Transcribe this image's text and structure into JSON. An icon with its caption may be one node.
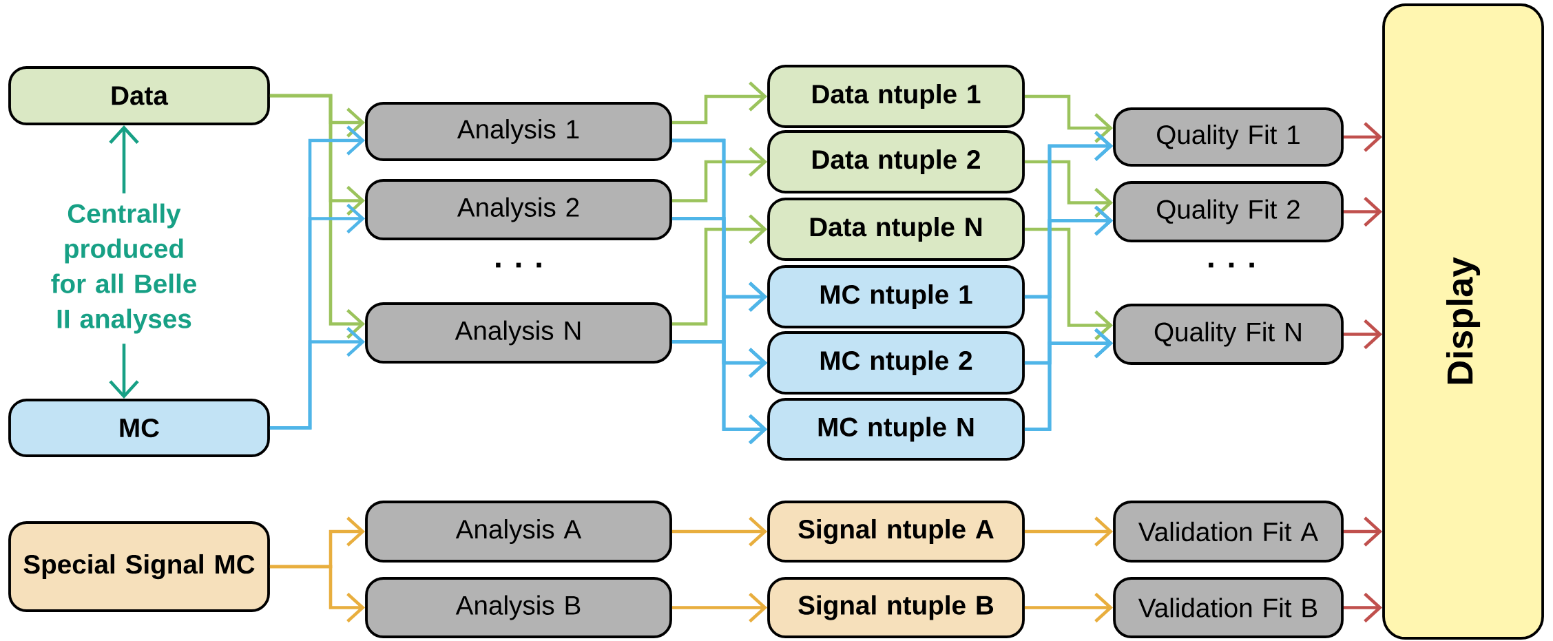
{
  "diagram": {
    "nodes": [
      {
        "text": [
          "Data"
        ]
      },
      {
        "text": [
          "Centrally produced for all Belle II analyses"
        ]
      },
      {
        "text": [
          "MC"
        ]
      },
      {
        "text": [
          "Special Signal MC"
        ]
      },
      {
        "text": [
          "Analysis 1"
        ]
      },
      {
        "text": [
          "Analysis 2"
        ]
      },
      {
        "text": [
          "Analysis N"
        ]
      },
      {
        "text": [
          "Analysis A"
        ]
      },
      {
        "text": [
          "Analysis B"
        ]
      },
      {
        "text": [
          "Data ntuple 1"
        ]
      },
      {
        "text": [
          "Data ntuple 2"
        ]
      },
      {
        "text": [
          "Data ntuple N"
        ]
      },
      {
        "text": [
          "MC ntuple 1"
        ]
      },
      {
        "text": [
          "MC ntuple 2"
        ]
      },
      {
        "text": [
          "MC ntuple N"
        ]
      },
      {
        "text": [
          "Signal ntuple A"
        ]
      },
      {
        "text": [
          "Signal ntuple B"
        ]
      },
      {
        "text": [
          "Quality Fit 1"
        ]
      },
      {
        "text": [
          "Quality Fit 2"
        ]
      },
      {
        "text": [
          "Quality Fit N"
        ]
      },
      {
        "text": [
          "Validation Fit A"
        ]
      },
      {
        "text": [
          "Validation Fit B"
        ]
      },
      {
        "text": [
          "Display"
        ]
      }
    ],
    "edges": [
      {
        "from": 0,
        "to": 4,
        "arrow": "to",
        "color": "#9bc35c"
      },
      {
        "from": 0,
        "to": 5,
        "arrow": "to",
        "color": "#9bc35c"
      },
      {
        "from": 0,
        "to": 6,
        "arrow": "to",
        "color": "#9bc35c"
      },
      {
        "from": 2,
        "to": 4,
        "arrow": "to"
      },
      {
        "from": 2,
        "to": 5,
        "arrow": "to"
      },
      {
        "from": 2,
        "to": 6,
        "arrow": "to"
      },
      {
        "from": 3,
        "to": 7,
        "arrow": "to",
        "color": "#e8ae3e"
      },
      {
        "from": 3,
        "to": 8,
        "arrow": "to",
        "color": "#e8ae3e"
      },
      {
        "from": 4,
        "to": 9,
        "arrow": "to",
        "color": "#9bc35c"
      },
      {
        "from": 5,
        "to": 10,
        "arrow": "to",
        "color": "#9bc35c"
      },
      {
        "from": 6,
        "to": 11,
        "arrow": "to",
        "color": "#9bc35c"
      },
      {
        "from": 4,
        "to": 12,
        "arrow": "to"
      },
      {
        "from": 4,
        "to": 13,
        "arrow": "to"
      },
      {
        "from": 4,
        "to": 14,
        "arrow": "to"
      },
      {
        "from": 5,
        "to": 12,
        "arrow": "to"
      },
      {
        "from": 5,
        "to": 13,
        "arrow": "to"
      },
      {
        "from": 5,
        "to": 14,
        "arrow": "to"
      },
      {
        "from": 6,
        "to": 12,
        "arrow": "to"
      },
      {
        "from": 6,
        "to": 13,
        "arrow": "to"
      },
      {
        "from": 6,
        "to": 14,
        "arrow": "to"
      },
      {
        "from": 9,
        "to": 17,
        "arrow": "to",
        "color": "#9bc35c"
      },
      {
        "from": 10,
        "to": 18,
        "arrow": "to",
        "color": "#9bc35c"
      },
      {
        "from": 11,
        "to": 19,
        "arrow": "to",
        "color": "#9bc35c"
      },
      {
        "from": 12,
        "to": 17,
        "arrow": "to"
      },
      {
        "from": 12,
        "to": 18,
        "arrow": "to"
      },
      {
        "from": 12,
        "to": 19,
        "arrow": "to"
      },
      {
        "from": 13,
        "to": 17,
        "arrow": "to"
      },
      {
        "from": 13,
        "to": 18,
        "arrow": "to"
      },
      {
        "from": 13,
        "to": 19,
        "arrow": "to"
      },
      {
        "from": 14,
        "to": 17,
        "arrow": "to"
      },
      {
        "from": 14,
        "to": 18,
        "arrow": "to"
      },
      {
        "from": 14,
        "to": 19,
        "arrow": "to"
      },
      {
        "from": 7,
        "to": 15,
        "arrow": "to",
        "color": "#e8ae3e"
      },
      {
        "from": 8,
        "to": 16,
        "arrow": "to",
        "color": "#e8ae3e"
      },
      {
        "from": 15,
        "to": 20,
        "arrow": "to",
        "color": "#e8ae3e"
      },
      {
        "from": 16,
        "to": 21,
        "arrow": "to",
        "color": "#e8ae3e"
      },
      {
        "from": 17,
        "to": 22,
        "arrow": "to",
        "color": "#c0504d"
      },
      {
        "from": 18,
        "to": 22,
        "arrow": "to",
        "color": "#c0504d"
      },
      {
        "from": 19,
        "to": 22,
        "arrow": "to",
        "color": "#c0504d"
      },
      {
        "from": 20,
        "to": 22,
        "arrow": "to",
        "color": "#c0504d"
      },
      {
        "from": 21,
        "to": 22,
        "arrow": "to",
        "color": "#c0504d"
      },
      {
        "from": 1,
        "to": 0,
        "arrow": "to",
        "color": "#17a085"
      },
      {
        "from": 1,
        "to": 2,
        "arrow": "to",
        "color": "#17a085"
      }
    ],
    "labels": [
      ". . .",
      ". . ."
    ]
  }
}
